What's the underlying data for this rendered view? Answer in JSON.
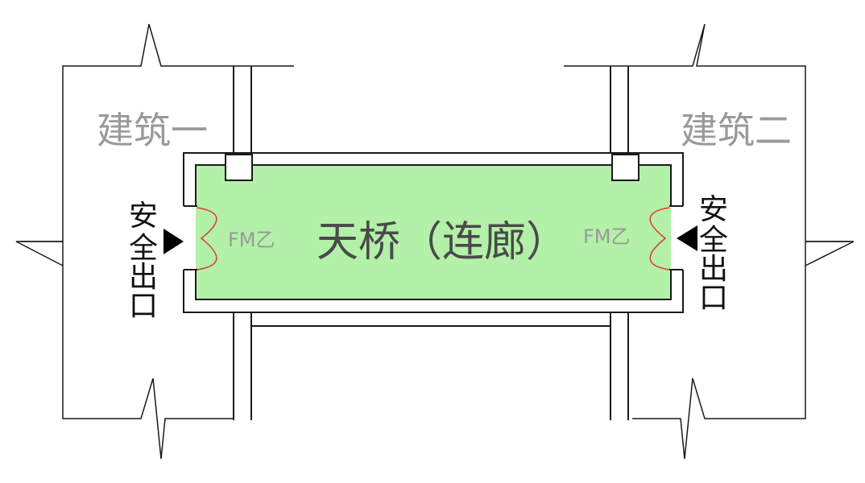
{
  "labels": {
    "building_left": "建筑一",
    "building_right": "建筑二",
    "bridge": "天桥（连廊）",
    "door_left": "FM乙",
    "door_right": "FM乙",
    "exit_left": [
      "安",
      "全",
      "出",
      "口"
    ],
    "exit_right": [
      "安",
      "全",
      "出",
      "口"
    ]
  },
  "colors": {
    "bridge_fill": "#b3f0a8",
    "wall_stroke": "#1a1a1a",
    "door_stroke": "#e03a2a",
    "arrow_fill": "#000000"
  }
}
